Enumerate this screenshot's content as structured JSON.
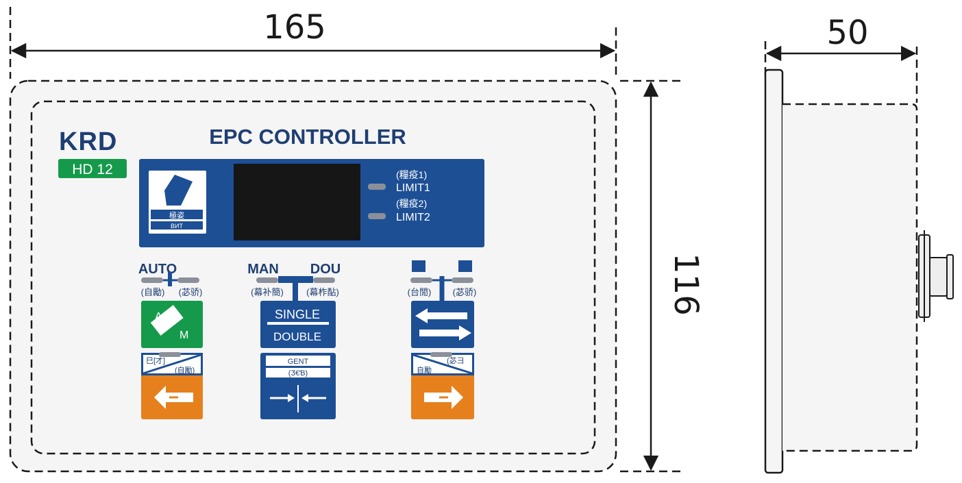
{
  "dimensions": {
    "width": "165",
    "height": "116",
    "depth": "50"
  },
  "brand": {
    "logo": "KRD",
    "model": "HD 12"
  },
  "panel": {
    "title": "EPC CONTROLLER",
    "indicator_box": {
      "label_cn": "極姿",
      "label_en": "BИT"
    },
    "limits": [
      {
        "cn": "(糧疫1)",
        "en": "LIMIT1"
      },
      {
        "cn": "(糧疫2)",
        "en": "LIMIT2"
      }
    ]
  },
  "columns": {
    "left": {
      "top_label": "AUTO",
      "sub_left": "(自勵)",
      "sub_right": "(苾骄)",
      "mode_key": {
        "a": "A",
        "m": "M"
      },
      "lower_key": {
        "tag_left": "巳[才]",
        "tag_right": "(自勵)"
      }
    },
    "middle": {
      "top_left": "MAN",
      "top_right": "DOU",
      "sub_left": "(幕补簡)",
      "sub_right": "(幕柞酟)",
      "mode_key": {
        "line1": "SINGLE",
        "line2": "DOUBLE"
      },
      "lower_key": {
        "line1": "GENT",
        "line2": "(Ӡ€Ɓ)"
      }
    },
    "right": {
      "sub_left": "(台閒)",
      "sub_right": "(苾骄)",
      "lower_key": {
        "tag_left": "自勵",
        "tag_right": "(苾彐"
      }
    }
  },
  "colors": {
    "navy": "#1d4f95",
    "green": "#159a4b",
    "orange": "#e6801d",
    "outline": "#1a1a1a",
    "panel_text": "#1f3f73",
    "screen": "#161616"
  },
  "icons": [
    "pen-icon",
    "left-arrow-icon",
    "right-arrow-icon",
    "center-arrows-icon",
    "double-arrow-icon"
  ]
}
